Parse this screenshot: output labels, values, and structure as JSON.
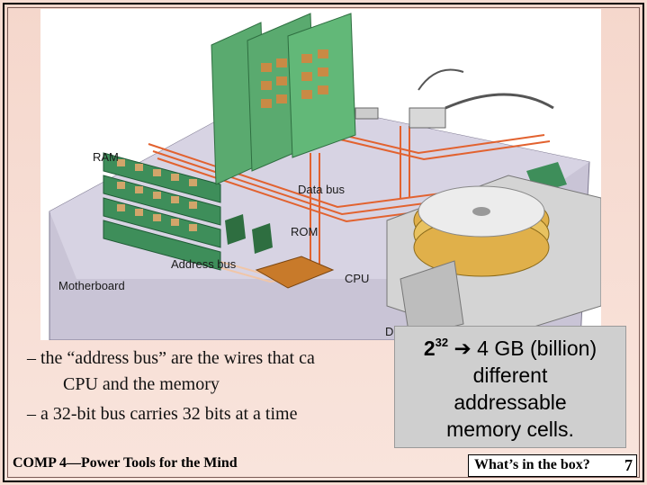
{
  "diagram": {
    "labels": {
      "ram": "RAM",
      "data_bus": "Data bus",
      "rom": "ROM",
      "address_bus": "Address bus",
      "cpu": "CPU",
      "motherboard": "Motherboard"
    },
    "partial_label": "Dis"
  },
  "bullets": [
    "– the “address bus” are the wires that ca",
    "CPU and the memory",
    "– a 32-bit bus carries 32 bits at a time"
  ],
  "callout": {
    "base": "2",
    "exponent": "32",
    "arrow": "➔",
    "line1_rest": " 4 GB (billion)",
    "line2": "different",
    "line3": "addressable",
    "line4": "memory cells."
  },
  "footer": {
    "course": "COMP 4—Power Tools for the Mind",
    "section": "What’s in the box?",
    "page": "7"
  }
}
